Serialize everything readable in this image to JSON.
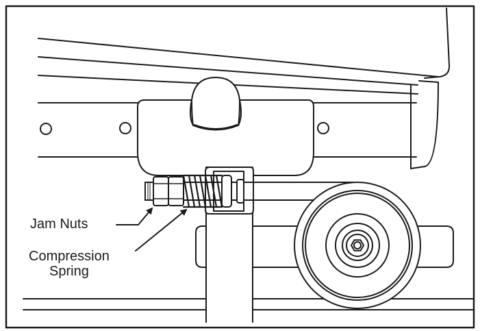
{
  "labels": {
    "jam_nuts": "Jam Nuts",
    "compression_spring_line1": "Compression",
    "compression_spring_line2": "Spring"
  },
  "colors": {
    "stroke": "#1a1a1a",
    "background": "#ffffff"
  }
}
